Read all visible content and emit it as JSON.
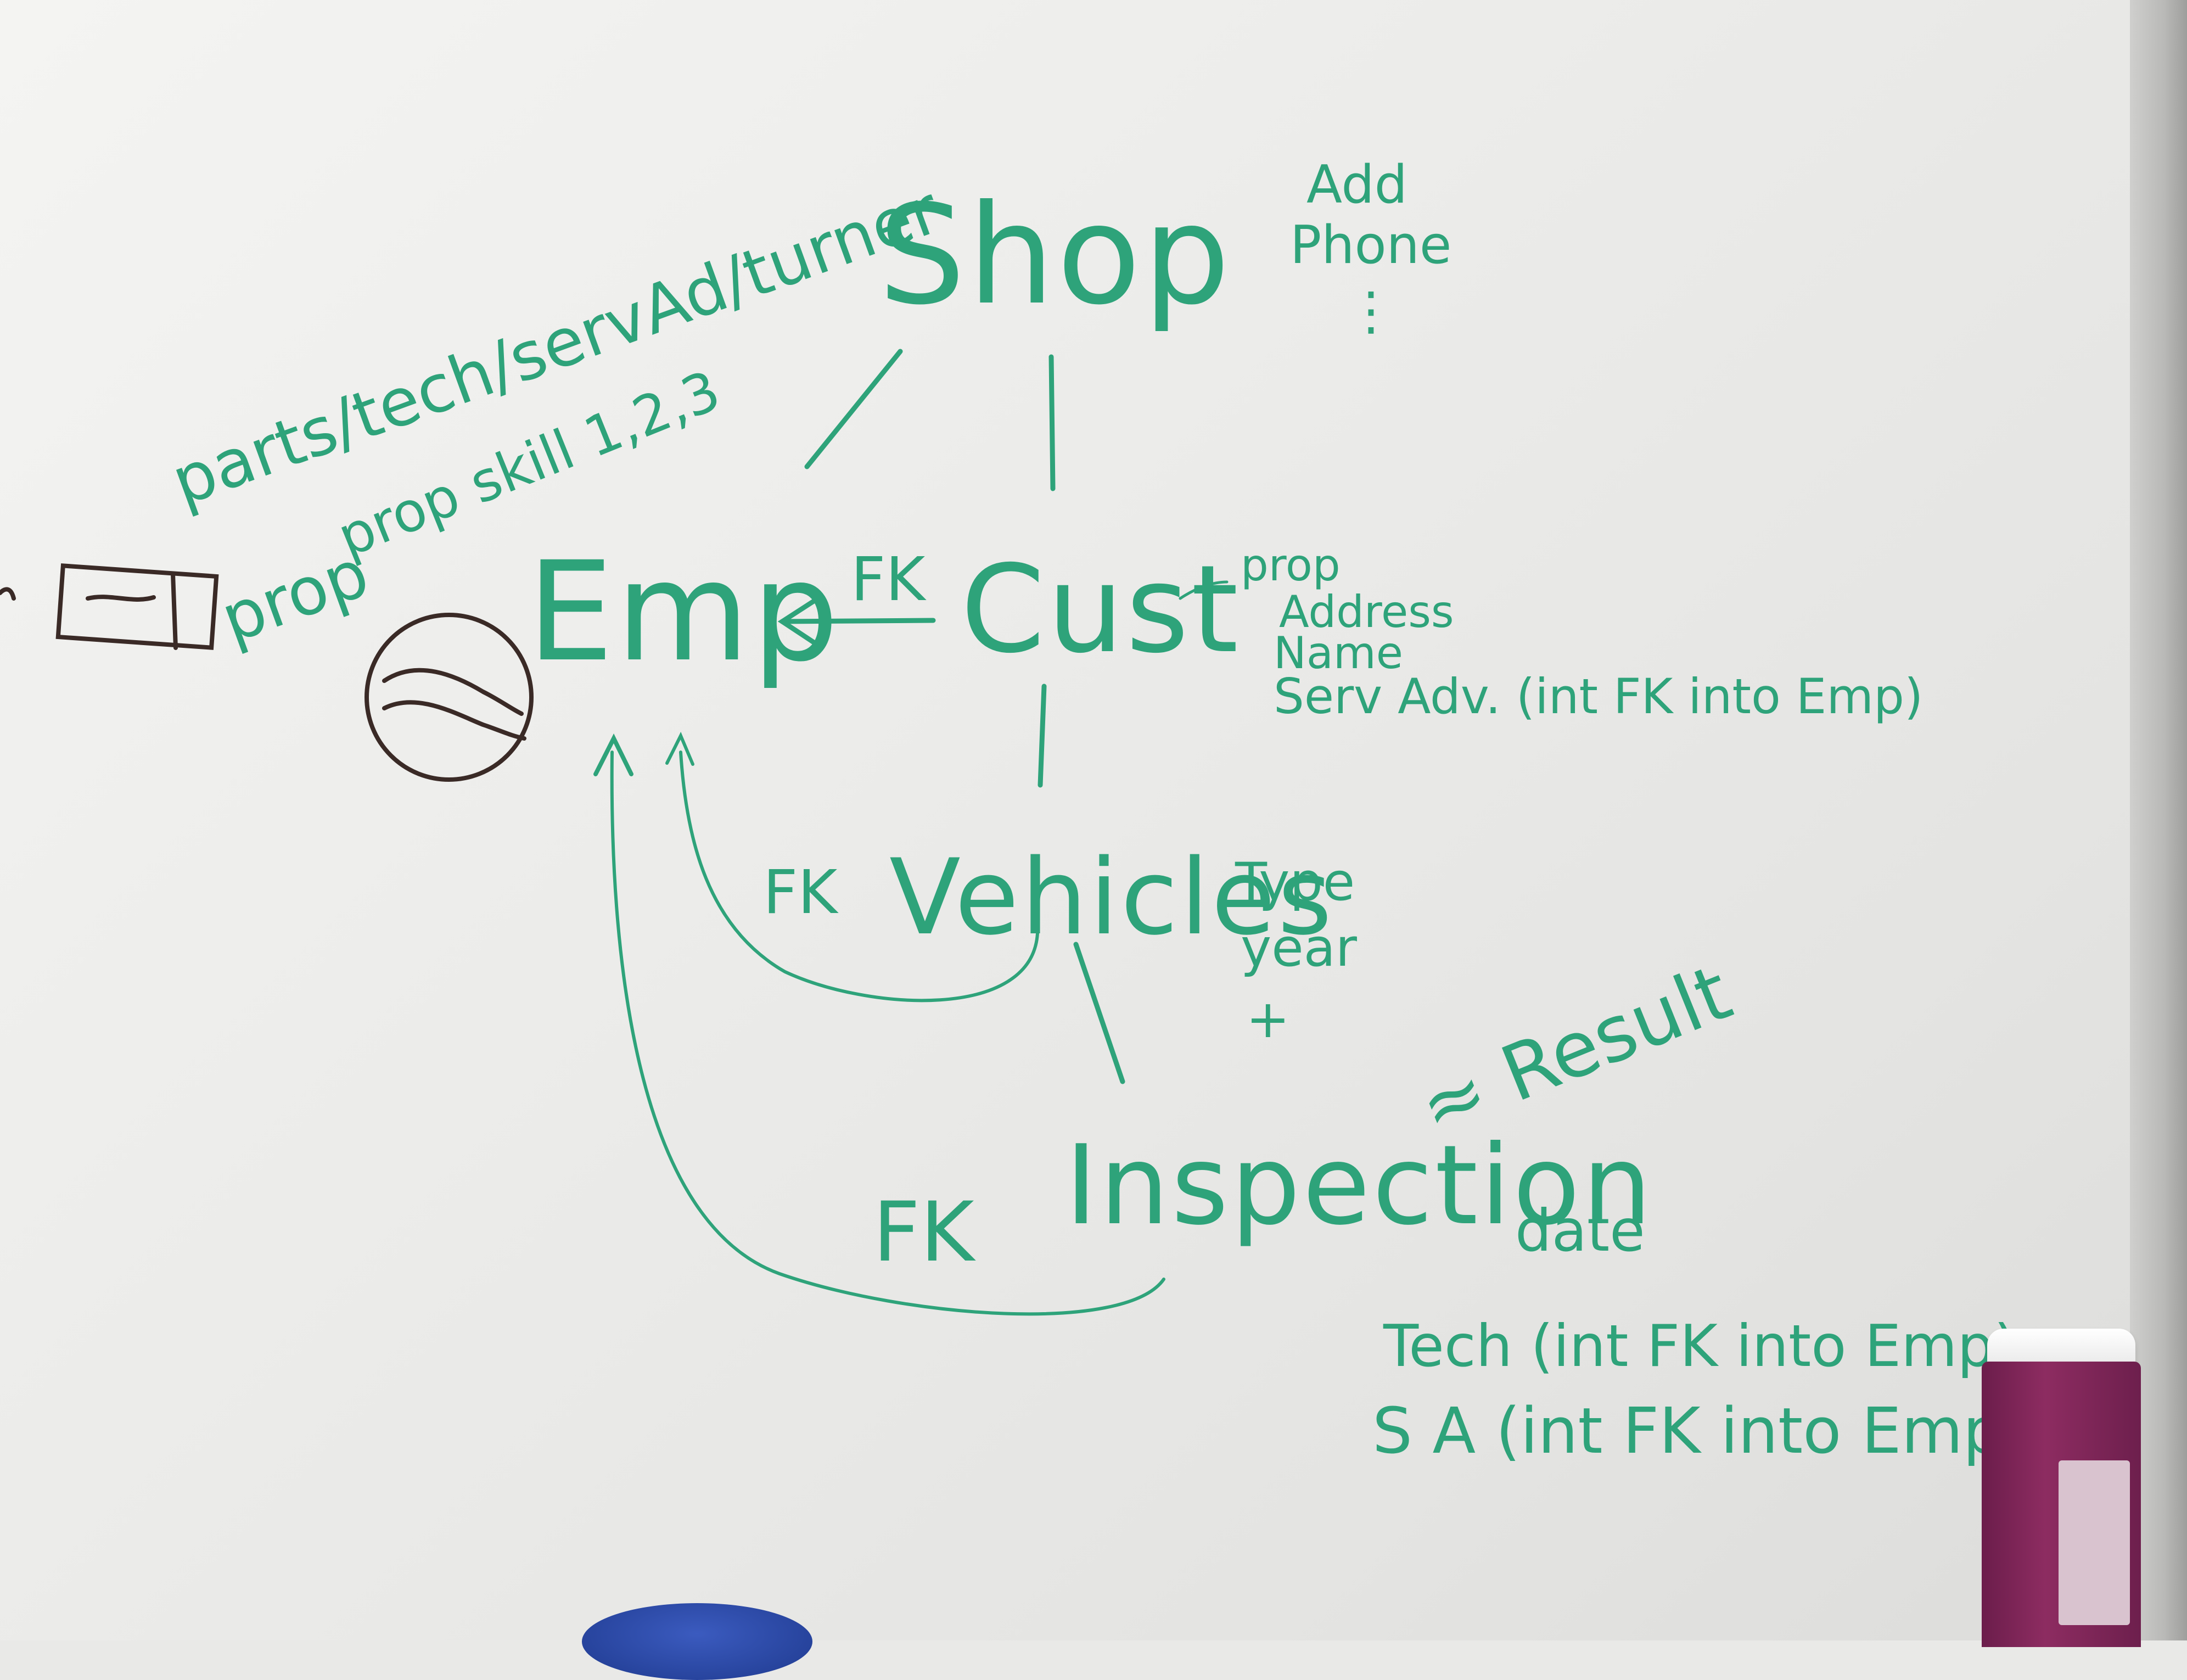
{
  "whiteboard": {
    "entities": {
      "shop": "Shop",
      "emp": "Emp",
      "cust": "Cust",
      "vehicles": "Vehicles",
      "inspection": "Inspection"
    },
    "shop_attrs": [
      "Add",
      "Phone",
      "⋮"
    ],
    "emp_roles": "parts/tech/servAd/turner",
    "emp_props": "prop skill 1,2,3",
    "emp_prop2": "prop",
    "fk_cust_emp": "FK",
    "cust_props": [
      "prop",
      "Address",
      "Name",
      "Serv Adv. (int FK into Emp)"
    ],
    "fk_vehicles": "FK",
    "vehicle_attrs": [
      "Type",
      "year",
      "+"
    ],
    "result": "≈ Result",
    "fk_inspection": "FK",
    "inspection_date": "date",
    "inspection_fks": [
      "Tech (int FK into Emp)",
      "S A (int FK into Emp)"
    ],
    "ink_color": "#2ea37a",
    "doodle_color": "#3a2a26"
  }
}
